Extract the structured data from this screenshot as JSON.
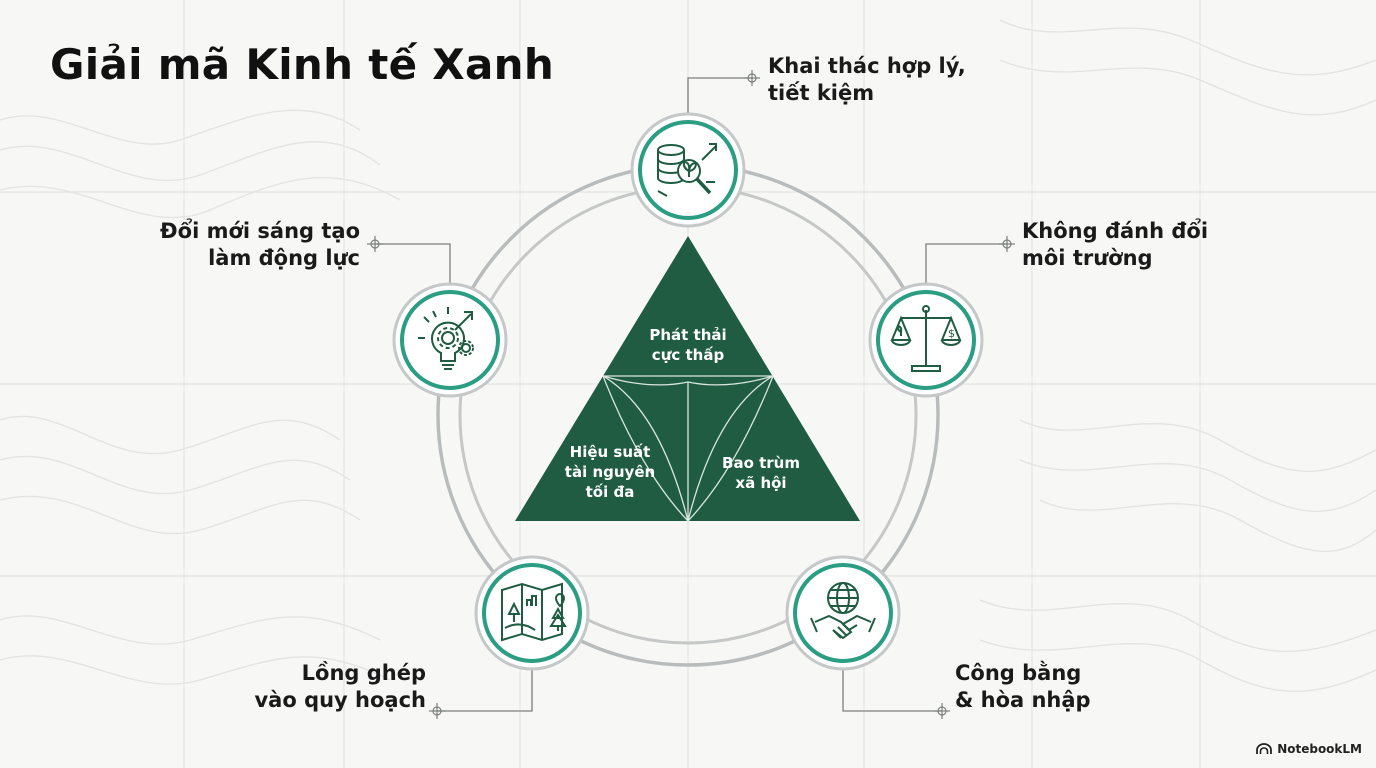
{
  "title": "Giải mã Kinh tế Xanh",
  "core": {
    "top": [
      "Phát thải",
      "cực thấp"
    ],
    "left": [
      "Hiệu suất",
      "tài nguyên",
      "tối đa"
    ],
    "right": [
      "Bao trùm",
      "xã hội"
    ]
  },
  "pillars": [
    {
      "icon": "resource-search-icon",
      "lines": [
        "Khai thác hợp lý,",
        "tiết kiệm"
      ]
    },
    {
      "icon": "balance-scale-icon",
      "lines": [
        "Không đánh đổi",
        "môi trường"
      ]
    },
    {
      "icon": "handshake-globe-icon",
      "lines": [
        "Công bằng",
        "& hòa nhập"
      ]
    },
    {
      "icon": "map-planning-icon",
      "lines": [
        "Lồng ghép",
        "vào quy hoạch"
      ]
    },
    {
      "icon": "innovation-bulb-icon",
      "lines": [
        "Đổi mới sáng tạo",
        "làm động lực"
      ]
    }
  ],
  "brand": {
    "name": "NotebookLM",
    "icon": "notebooklm-logo-icon"
  },
  "colors": {
    "accent": "#1f5c42",
    "teal": "#2a9d82",
    "ring": "#b9bcbc",
    "background": "#f7f7f6"
  }
}
